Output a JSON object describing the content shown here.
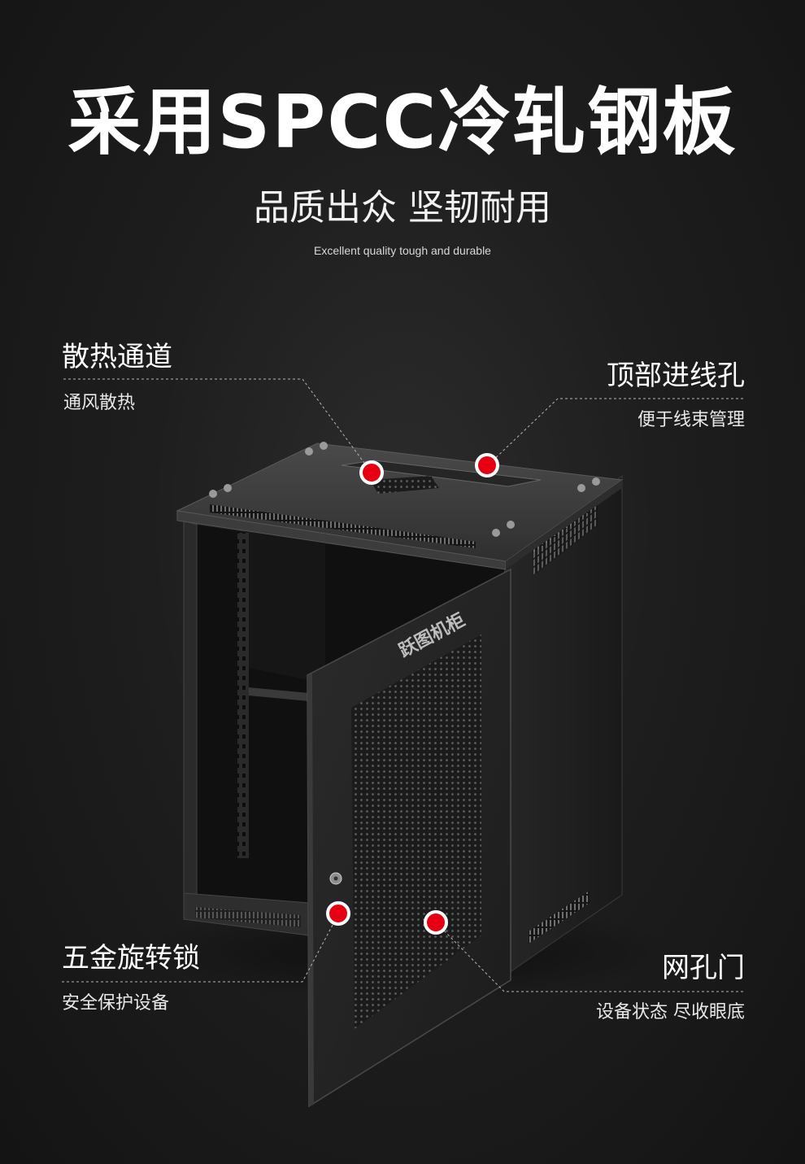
{
  "headline": "采用SPCC冷轧钢板",
  "subtitle": "品质出众 坚韧耐用",
  "tagline": "Excellent quality tough and durable",
  "product": {
    "door_brand": "跃图机柜"
  },
  "callouts": {
    "heat_channel": {
      "title": "散热通道",
      "desc": "通风散热"
    },
    "top_cable_hole": {
      "title": "顶部进线孔",
      "desc": "便于线束管理"
    },
    "lock": {
      "title": "五金旋转锁",
      "desc": "安全保护设备"
    },
    "mesh_door": {
      "title": "网孔门",
      "desc": "设备状态 尽收眼底"
    }
  },
  "colors": {
    "background": "#1e1e1e",
    "marker": "#e60012",
    "text": "#ffffff"
  }
}
